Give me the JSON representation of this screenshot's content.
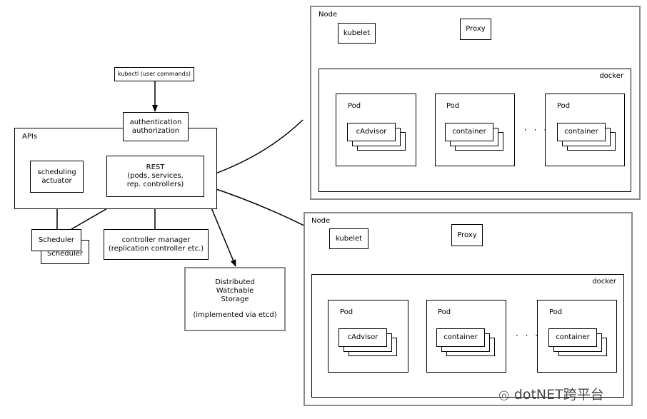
{
  "kubectl": "kubectl (user commands)",
  "auth": {
    "line1": "authentication",
    "line2": "authorization"
  },
  "apis_label": "APIs",
  "scheduling": {
    "line1": "scheduling",
    "line2": "actuator"
  },
  "rest": {
    "line1": "REST",
    "line2": "(pods, services,",
    "line3": "rep. controllers)"
  },
  "scheduler": "Scheduler",
  "controller_manager": {
    "line1": "controller manager",
    "line2": "(replication controller etc.)"
  },
  "storage": {
    "line1": "Distributed",
    "line2": "Watchable",
    "line3": "Storage",
    "line4": "(implemented via etcd)"
  },
  "nodes": [
    {
      "label": "Node",
      "kubelet": "kubelet",
      "proxy": "Proxy",
      "docker": "docker",
      "pods": [
        {
          "label": "Pod",
          "content": "cAdvisor"
        },
        {
          "label": "Pod",
          "content": "container"
        },
        {
          "label": "Pod",
          "content": "container"
        }
      ],
      "ellipsis": "· · ·"
    },
    {
      "label": "Node",
      "kubelet": "kubelet",
      "proxy": "Proxy",
      "docker": "docker",
      "pods": [
        {
          "label": "Pod",
          "content": "cAdvisor"
        },
        {
          "label": "Pod",
          "content": "container"
        },
        {
          "label": "Pod",
          "content": "container"
        }
      ],
      "ellipsis": "· · ·"
    }
  ],
  "watermark": "dotNET跨平台"
}
